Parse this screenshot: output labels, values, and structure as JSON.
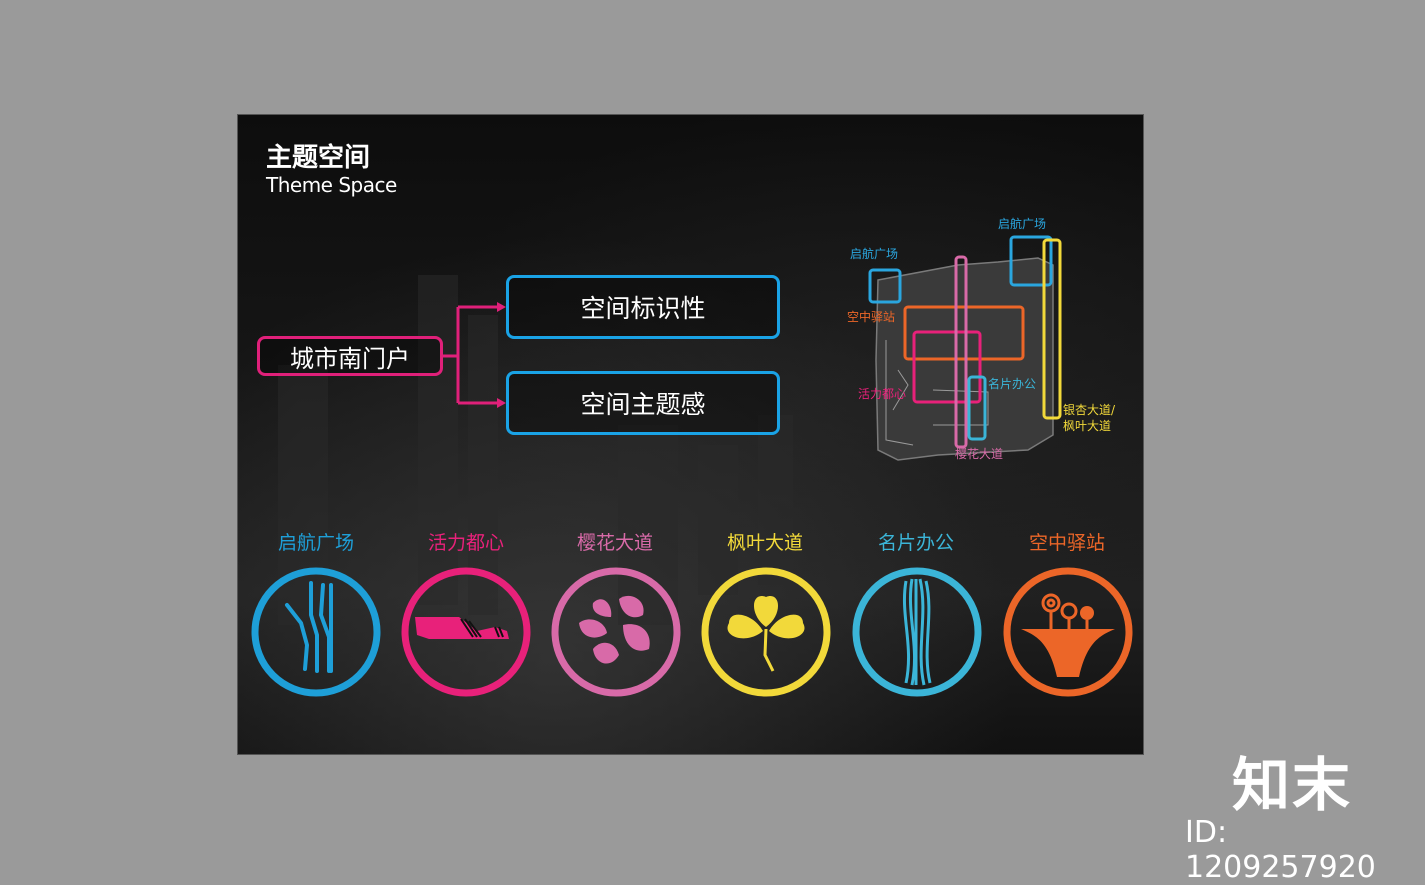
{
  "title": {
    "zh": "主题空间",
    "en": "Theme Space"
  },
  "flow": {
    "source": "城市南门户",
    "targets": [
      "空间标识性",
      "空间主题感"
    ]
  },
  "site_plan": {
    "labels": [
      "启航广场",
      "启航广场",
      "空中驿站",
      "活力都心",
      "名片办公",
      "银杏大道/",
      "枫叶大道",
      "樱花大道"
    ]
  },
  "themes": [
    {
      "label": "启航广场",
      "color": "#1e9fd8",
      "icon": "runway-lines-icon"
    },
    {
      "label": "活力都心",
      "color": "#e8217a",
      "icon": "wave-ribbon-icon"
    },
    {
      "label": "樱花大道",
      "color": "#d86aa8",
      "icon": "cherry-blossom-icon"
    },
    {
      "label": "枫叶大道",
      "color": "#f2d93a",
      "icon": "clover-leaf-icon"
    },
    {
      "label": "名片办公",
      "color": "#3bb5d8",
      "icon": "twisted-towers-icon"
    },
    {
      "label": "空中驿站",
      "color": "#ec6628",
      "icon": "sky-trees-icon"
    }
  ],
  "watermark": {
    "brand": "知末",
    "id": "ID: 1209257920"
  }
}
